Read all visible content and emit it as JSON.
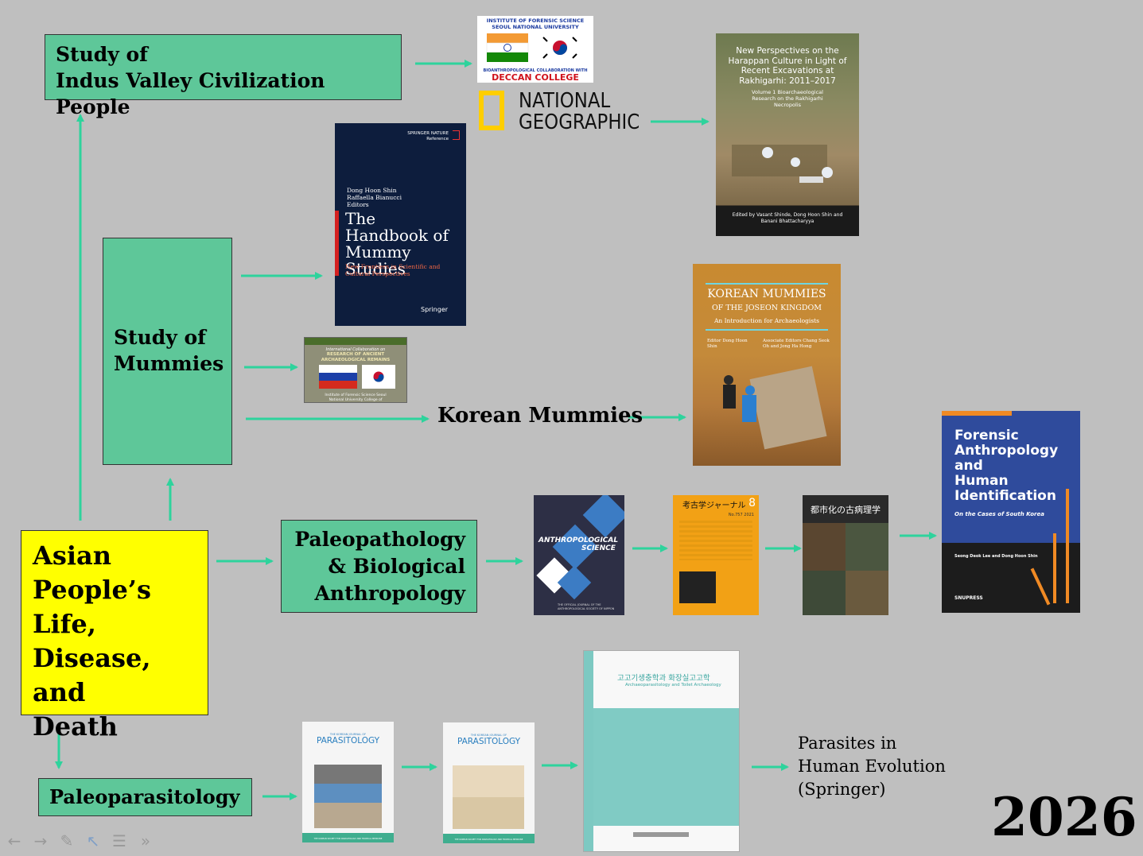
{
  "boxes": {
    "indus": [
      "Study of",
      "Indus Valley Civilization People"
    ],
    "mummies": [
      "Study of",
      "Mummies"
    ],
    "asian": [
      "Asian",
      "People’s",
      "Life,",
      "Disease, and",
      "Death"
    ],
    "paleopath": [
      "Paleopathology",
      "& Biological",
      "Anthropology"
    ],
    "paleopara": "Paleoparasitology"
  },
  "labels": {
    "korean_mummies": "Korean Mummies",
    "parasites": [
      "Parasites in",
      "Human Evolution",
      "(Springer)"
    ],
    "year": "2026"
  },
  "books": {
    "forensic_logo": {
      "line1": "INSTITUTE OF FORENSIC SCIENCE",
      "line2": "SEOUL NATIONAL UNIVERSITY",
      "line3": "BIOANTHROPOLOGICAL COLLABORATION WITH",
      "line4": "DECCAN COLLEGE"
    },
    "natgeo": [
      "NATIONAL",
      "GEOGRAPHIC"
    ],
    "harappan": {
      "title": "New Perspectives on the Harappan Culture in Light of Recent Excavations at Rakhigarhi: 2011–2017",
      "subtitle": "Volume 1 Bioarchaeological Research on the Rakhigarhi Necropolis",
      "editors": "Edited by Vasant Shinde, Dong Hoon Shin and Banani Bhattacharyya"
    },
    "handbook": {
      "series": "SPRINGER NATURE Reference",
      "editors": "Dong Hoon Shin Raffaella Bianucci Editors",
      "title": "The Handbook of Mummy Studies",
      "subtitle": "New Frontiers in Scientific and Cultural Perspectives",
      "publisher": "Springer"
    },
    "russia": {
      "top": "International Collaboration on",
      "title": "RESEARCH OF ANCIENT ARCHAEOLOGICAL REMAINS",
      "bottom": "Institute of Forensic Science Seoul National University College of Medicine"
    },
    "korean_mummies": {
      "title1": "KOREAN MUMMIES",
      "title2": "OF THE JOSEON KINGDOM",
      "subtitle": "An Introduction for Archaeologists",
      "editors": "Editor Dong Hoon Shin",
      "assoc": "Associate Editors Chang Seok Oh and Jong Ha Hong"
    },
    "anthro": {
      "title1": "ANTHROPOLOGICAL",
      "title2": "SCIENCE",
      "footer": "THE OFFICIAL JOURNAL OF THE ANTHROPOLOGICAL SOCIETY OF NIPPON"
    },
    "kokogaku": {
      "title": "考古学ジャーナル",
      "number": "8",
      "issue": "No.757 2021"
    },
    "toshi": {
      "title": "都市化の古病理学"
    },
    "forensic_book": {
      "title": [
        "Forensic",
        "Anthropology",
        "and",
        "Human",
        "Identification"
      ],
      "subtitle": "On the Cases of South Korea",
      "authors": "Seong Deok Lee and Dong Hoon Shin",
      "publisher": "SNUPRESS"
    },
    "parasitology1": {
      "journal": "THE KOREAN JOURNAL OF",
      "title": "PARASITOLOGY",
      "footer": "THE KOREAN SOCIETY FOR PARASITOLOGY AND TROPICAL MEDICINE"
    },
    "parasitology2": {
      "journal": "THE KOREAN JOURNAL OF",
      "title": "PARASITOLOGY",
      "footer": "THE KOREAN SOCIETY FOR PARASITOLOGY AND TROPICAL MEDICINE"
    },
    "toilet": {
      "title": "고고기생충학과 화장실고고학",
      "subtitle": "Archaeoparasitology and Toilet Archaeology"
    }
  },
  "navigation": {
    "back": "←",
    "forward": "→",
    "pen": "✎",
    "pointer": "↖",
    "menu": "☰",
    "more": "»"
  },
  "colors": {
    "box_green": "#5ec799",
    "highlight_yellow": "#ffff00",
    "arrow": "#2ed39c",
    "background": "#bfbfbf"
  }
}
